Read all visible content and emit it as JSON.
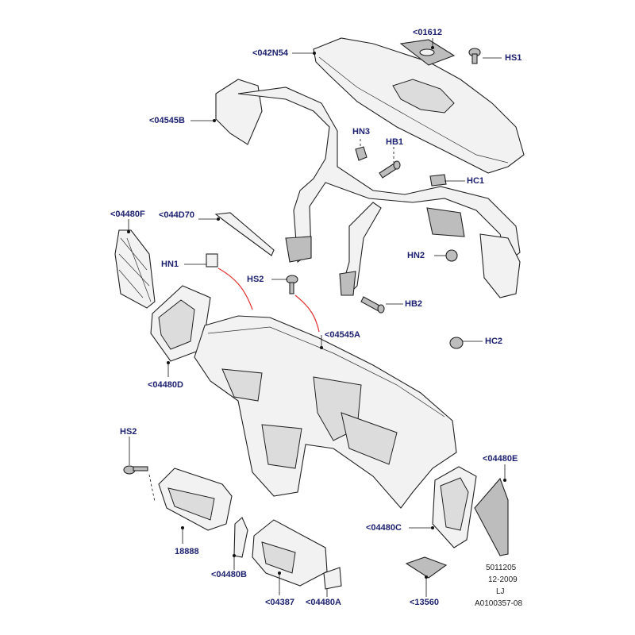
{
  "labels": {
    "l01612": "<01612",
    "l042N54": "<042N54",
    "lHS1": "HS1",
    "l04545B": "<04545B",
    "lHN3": "HN3",
    "lHB1": "HB1",
    "lHC1": "HC1",
    "l04480F": "<04480F",
    "l044D70": "<044D70",
    "lHN1": "HN1",
    "lHN2": "HN2",
    "lHS2a": "HS2",
    "lHB2": "HB2",
    "l04545A": "<04545A",
    "lHC2": "HC2",
    "l04480D": "<04480D",
    "lHS2b": "HS2",
    "l04480E": "<04480E",
    "l18888": "18888",
    "l04480C": "<04480C",
    "l04480B": "<04480B",
    "l04387": "<04387",
    "l04480A": "<04480A",
    "l13560": "<13560"
  },
  "meta": {
    "code1": "5011205",
    "date": "12-2009",
    "initials": "LJ",
    "ref": "A0100357-08"
  },
  "colors": {
    "label": "#1b1f6e",
    "red_line": "#e03030",
    "part_fill": "#f2f2f2",
    "part_dark": "#bdbdbd"
  }
}
